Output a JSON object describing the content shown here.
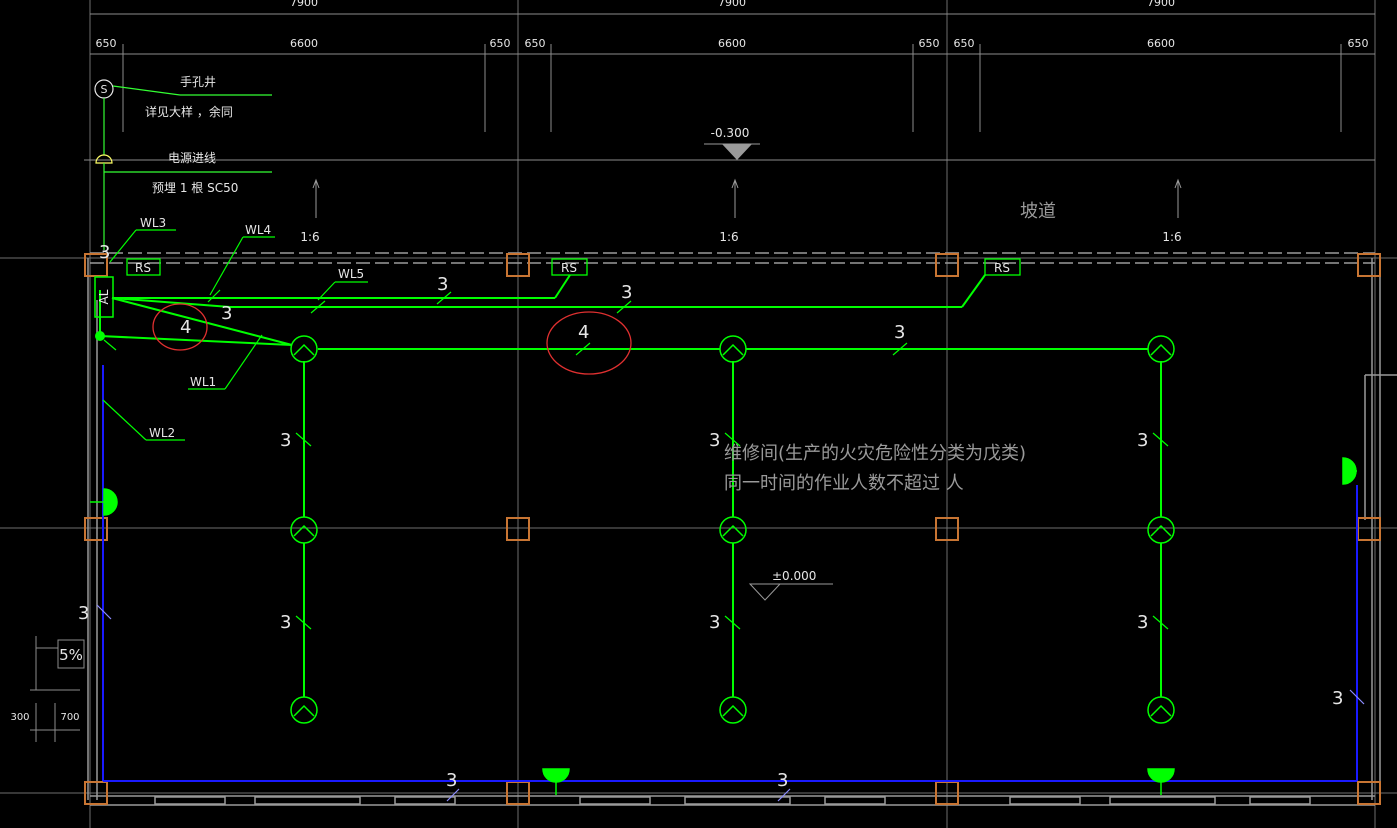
{
  "colors": {
    "background": "#000000",
    "grid": "#6e6e6e",
    "wire": "#00ff00",
    "blue_wire": "#1a1aff",
    "column": "#c87533",
    "wall": "#9a9a9a",
    "red_mark": "#e03030",
    "text": "#e6e6e6"
  },
  "dimensions": {
    "top_totals": [
      "7900",
      "7900",
      "7900"
    ],
    "segments": [
      "650",
      "6600",
      "650",
      "650",
      "6600",
      "650",
      "650",
      "6600",
      "650"
    ]
  },
  "legend": {
    "handhole_symbol": "S",
    "handhole_title": "手孔井",
    "handhole_note": "详见大样     ，余同",
    "power_title": "电源进线",
    "power_note": "预埋  1 根  SC50"
  },
  "elevations": {
    "top": "-0.300",
    "floor": "±0.000"
  },
  "slope": {
    "ratios": [
      "1:6",
      "1:6",
      "1:6"
    ],
    "ramp_label": "坡道"
  },
  "panels": {
    "main": "AL",
    "rs_labels": [
      "RS",
      "RS",
      "RS"
    ]
  },
  "circuits": {
    "wl1": "WL1",
    "wl2": "WL2",
    "wl3": "WL3",
    "wl4": "WL4",
    "wl5": "WL5"
  },
  "wire_counts": {
    "three": "3",
    "four": "4"
  },
  "room": {
    "line1": "维修间(生产的火灾危险性分类为戊类)",
    "line2": "同一时间的作业人数不超过  人"
  },
  "side_detail": {
    "percent": "5%",
    "dim_a": "300",
    "dim_b": "700"
  }
}
